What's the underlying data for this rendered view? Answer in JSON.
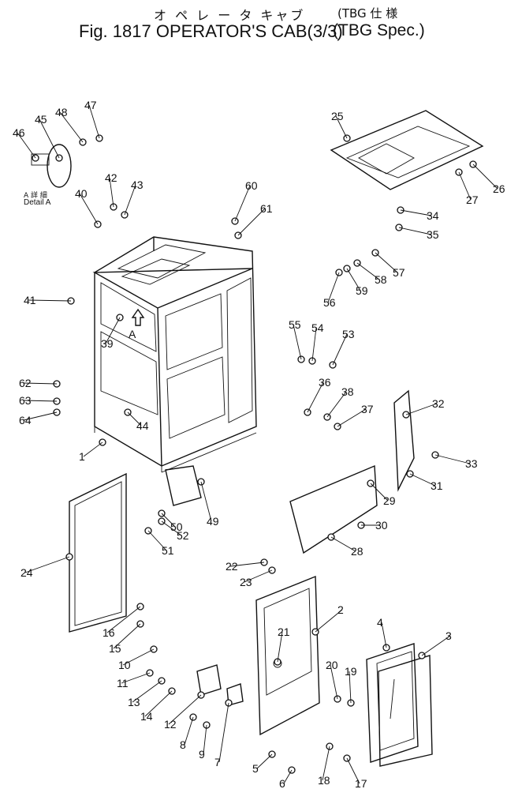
{
  "header": {
    "title_jp": "オ ペ レ ー タ キャブ",
    "title": "Fig. 1817 OPERATOR'S CAB(3/3)",
    "spec_jp": "(TBG 仕 様",
    "spec": "(TBG Spec.)"
  },
  "detail": {
    "label_jp": "A 詳 細",
    "label_en": "Detail A",
    "arrow_letter": "A"
  },
  "parts": [
    {
      "id": "1",
      "label": "1"
    },
    {
      "id": "2",
      "label": "2"
    },
    {
      "id": "3",
      "label": "3"
    },
    {
      "id": "4",
      "label": "4"
    },
    {
      "id": "5",
      "label": "5"
    },
    {
      "id": "6",
      "label": "6"
    },
    {
      "id": "7",
      "label": "7"
    },
    {
      "id": "8",
      "label": "8"
    },
    {
      "id": "9",
      "label": "9"
    },
    {
      "id": "10",
      "label": "10"
    },
    {
      "id": "11",
      "label": "11"
    },
    {
      "id": "12",
      "label": "12"
    },
    {
      "id": "13",
      "label": "13"
    },
    {
      "id": "14",
      "label": "14"
    },
    {
      "id": "15",
      "label": "15"
    },
    {
      "id": "16",
      "label": "16"
    },
    {
      "id": "17",
      "label": "17"
    },
    {
      "id": "18",
      "label": "18"
    },
    {
      "id": "19",
      "label": "19"
    },
    {
      "id": "20",
      "label": "20"
    },
    {
      "id": "21",
      "label": "21"
    },
    {
      "id": "22",
      "label": "22"
    },
    {
      "id": "23",
      "label": "23"
    },
    {
      "id": "24",
      "label": "24"
    },
    {
      "id": "25",
      "label": "25"
    },
    {
      "id": "26",
      "label": "26"
    },
    {
      "id": "27",
      "label": "27"
    },
    {
      "id": "28",
      "label": "28"
    },
    {
      "id": "29",
      "label": "29"
    },
    {
      "id": "30",
      "label": "30"
    },
    {
      "id": "31",
      "label": "31"
    },
    {
      "id": "32",
      "label": "32"
    },
    {
      "id": "33",
      "label": "33"
    },
    {
      "id": "34",
      "label": "34"
    },
    {
      "id": "35",
      "label": "35"
    },
    {
      "id": "36",
      "label": "36"
    },
    {
      "id": "37",
      "label": "37"
    },
    {
      "id": "38",
      "label": "38"
    },
    {
      "id": "39",
      "label": "39"
    },
    {
      "id": "40",
      "label": "40"
    },
    {
      "id": "41",
      "label": "41"
    },
    {
      "id": "42",
      "label": "42"
    },
    {
      "id": "43",
      "label": "43"
    },
    {
      "id": "44",
      "label": "44"
    },
    {
      "id": "45",
      "label": "45"
    },
    {
      "id": "46",
      "label": "46"
    },
    {
      "id": "47",
      "label": "47"
    },
    {
      "id": "48",
      "label": "48"
    },
    {
      "id": "49",
      "label": "49"
    },
    {
      "id": "50",
      "label": "50"
    },
    {
      "id": "51",
      "label": "51"
    },
    {
      "id": "52",
      "label": "52"
    },
    {
      "id": "53",
      "label": "53"
    },
    {
      "id": "54",
      "label": "54"
    },
    {
      "id": "55",
      "label": "55"
    },
    {
      "id": "56",
      "label": "56"
    },
    {
      "id": "57",
      "label": "57"
    },
    {
      "id": "58",
      "label": "58"
    },
    {
      "id": "59",
      "label": "59"
    },
    {
      "id": "60",
      "label": "60"
    },
    {
      "id": "61",
      "label": "61"
    },
    {
      "id": "62",
      "label": "62"
    },
    {
      "id": "63",
      "label": "63"
    },
    {
      "id": "64",
      "label": "64"
    }
  ]
}
